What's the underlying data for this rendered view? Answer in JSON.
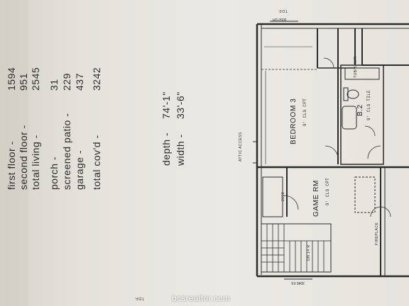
{
  "areas": [
    {
      "label": "first floor -",
      "value": "1594"
    },
    {
      "label": "second floor -",
      "value": "951"
    },
    {
      "label": "total living -",
      "value": "2545"
    },
    {
      "label": "porch -",
      "value": "31"
    },
    {
      "label": "screened patio -",
      "value": "229"
    },
    {
      "label": "garage -",
      "value": "437"
    },
    {
      "label": "total cov'd -",
      "value": "3242"
    }
  ],
  "dimensions": [
    {
      "label": "depth -",
      "value": "74'-1\""
    },
    {
      "label": "width -",
      "value": "33'-6\""
    }
  ],
  "rooms": {
    "bedroom3": "BEDROOM 3",
    "bath2": "B.2",
    "gameroom": "GAME RM"
  },
  "notes": {
    "bedroom_ceil": "9' CLG CPT",
    "bath_ceil": "9' CLG TILE",
    "game_ceil": "9' CLG CPT",
    "attic_access": "ATTIC ACCESS",
    "top_stamp": "T.O.F.",
    "bottom_stamp": "T.O.F.",
    "window_top": "3050 SH",
    "window_bottom": "3040 FX",
    "tub": "TUB/SHWR",
    "fireplace": "FIREPLACE",
    "door": "2668",
    "stairs": "DN 14 R"
  },
  "watermark": "bcsrealtor.com"
}
